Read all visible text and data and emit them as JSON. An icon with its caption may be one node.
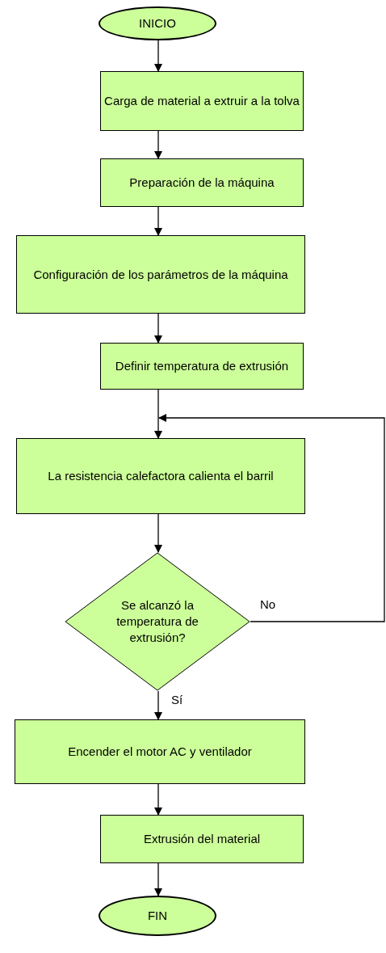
{
  "diagram": {
    "nodes": [
      {
        "text": [
          "INICIO"
        ]
      },
      {
        "text": [
          "Carga de material a extruir a la tolva"
        ]
      },
      {
        "text": [
          "Preparación de la máquina"
        ]
      },
      {
        "text": [
          "Configuración de los parámetros de la máquina"
        ]
      },
      {
        "text": [
          "Definir temperatura de extrusión"
        ]
      },
      {
        "text": [
          "La resistencia calefactora calienta el barril"
        ]
      },
      {
        "text": [
          "Se alcanzó la temperatura de extrusión?"
        ]
      },
      {
        "text": [
          "Encender el motor AC y ventilador"
        ]
      },
      {
        "text": [
          "Extrusión del material"
        ]
      },
      {
        "text": [
          "FIN"
        ]
      }
    ],
    "edges": [
      {
        "from": 0,
        "to": 1,
        "arrow": "to"
      },
      {
        "from": 1,
        "to": 2,
        "arrow": "to"
      },
      {
        "from": 2,
        "to": 3,
        "arrow": "to"
      },
      {
        "from": 3,
        "to": 4,
        "arrow": "to"
      },
      {
        "from": 4,
        "to": 5,
        "arrow": "to"
      },
      {
        "from": 5,
        "to": 6,
        "arrow": "to"
      },
      {
        "from": 6,
        "to": 7,
        "arrow": "to",
        "label": "Sí"
      },
      {
        "from": 6,
        "to": 5,
        "arrow": "to",
        "label": "No"
      },
      {
        "from": 7,
        "to": 8,
        "arrow": "to"
      },
      {
        "from": 8,
        "to": 9,
        "arrow": "to"
      }
    ]
  }
}
